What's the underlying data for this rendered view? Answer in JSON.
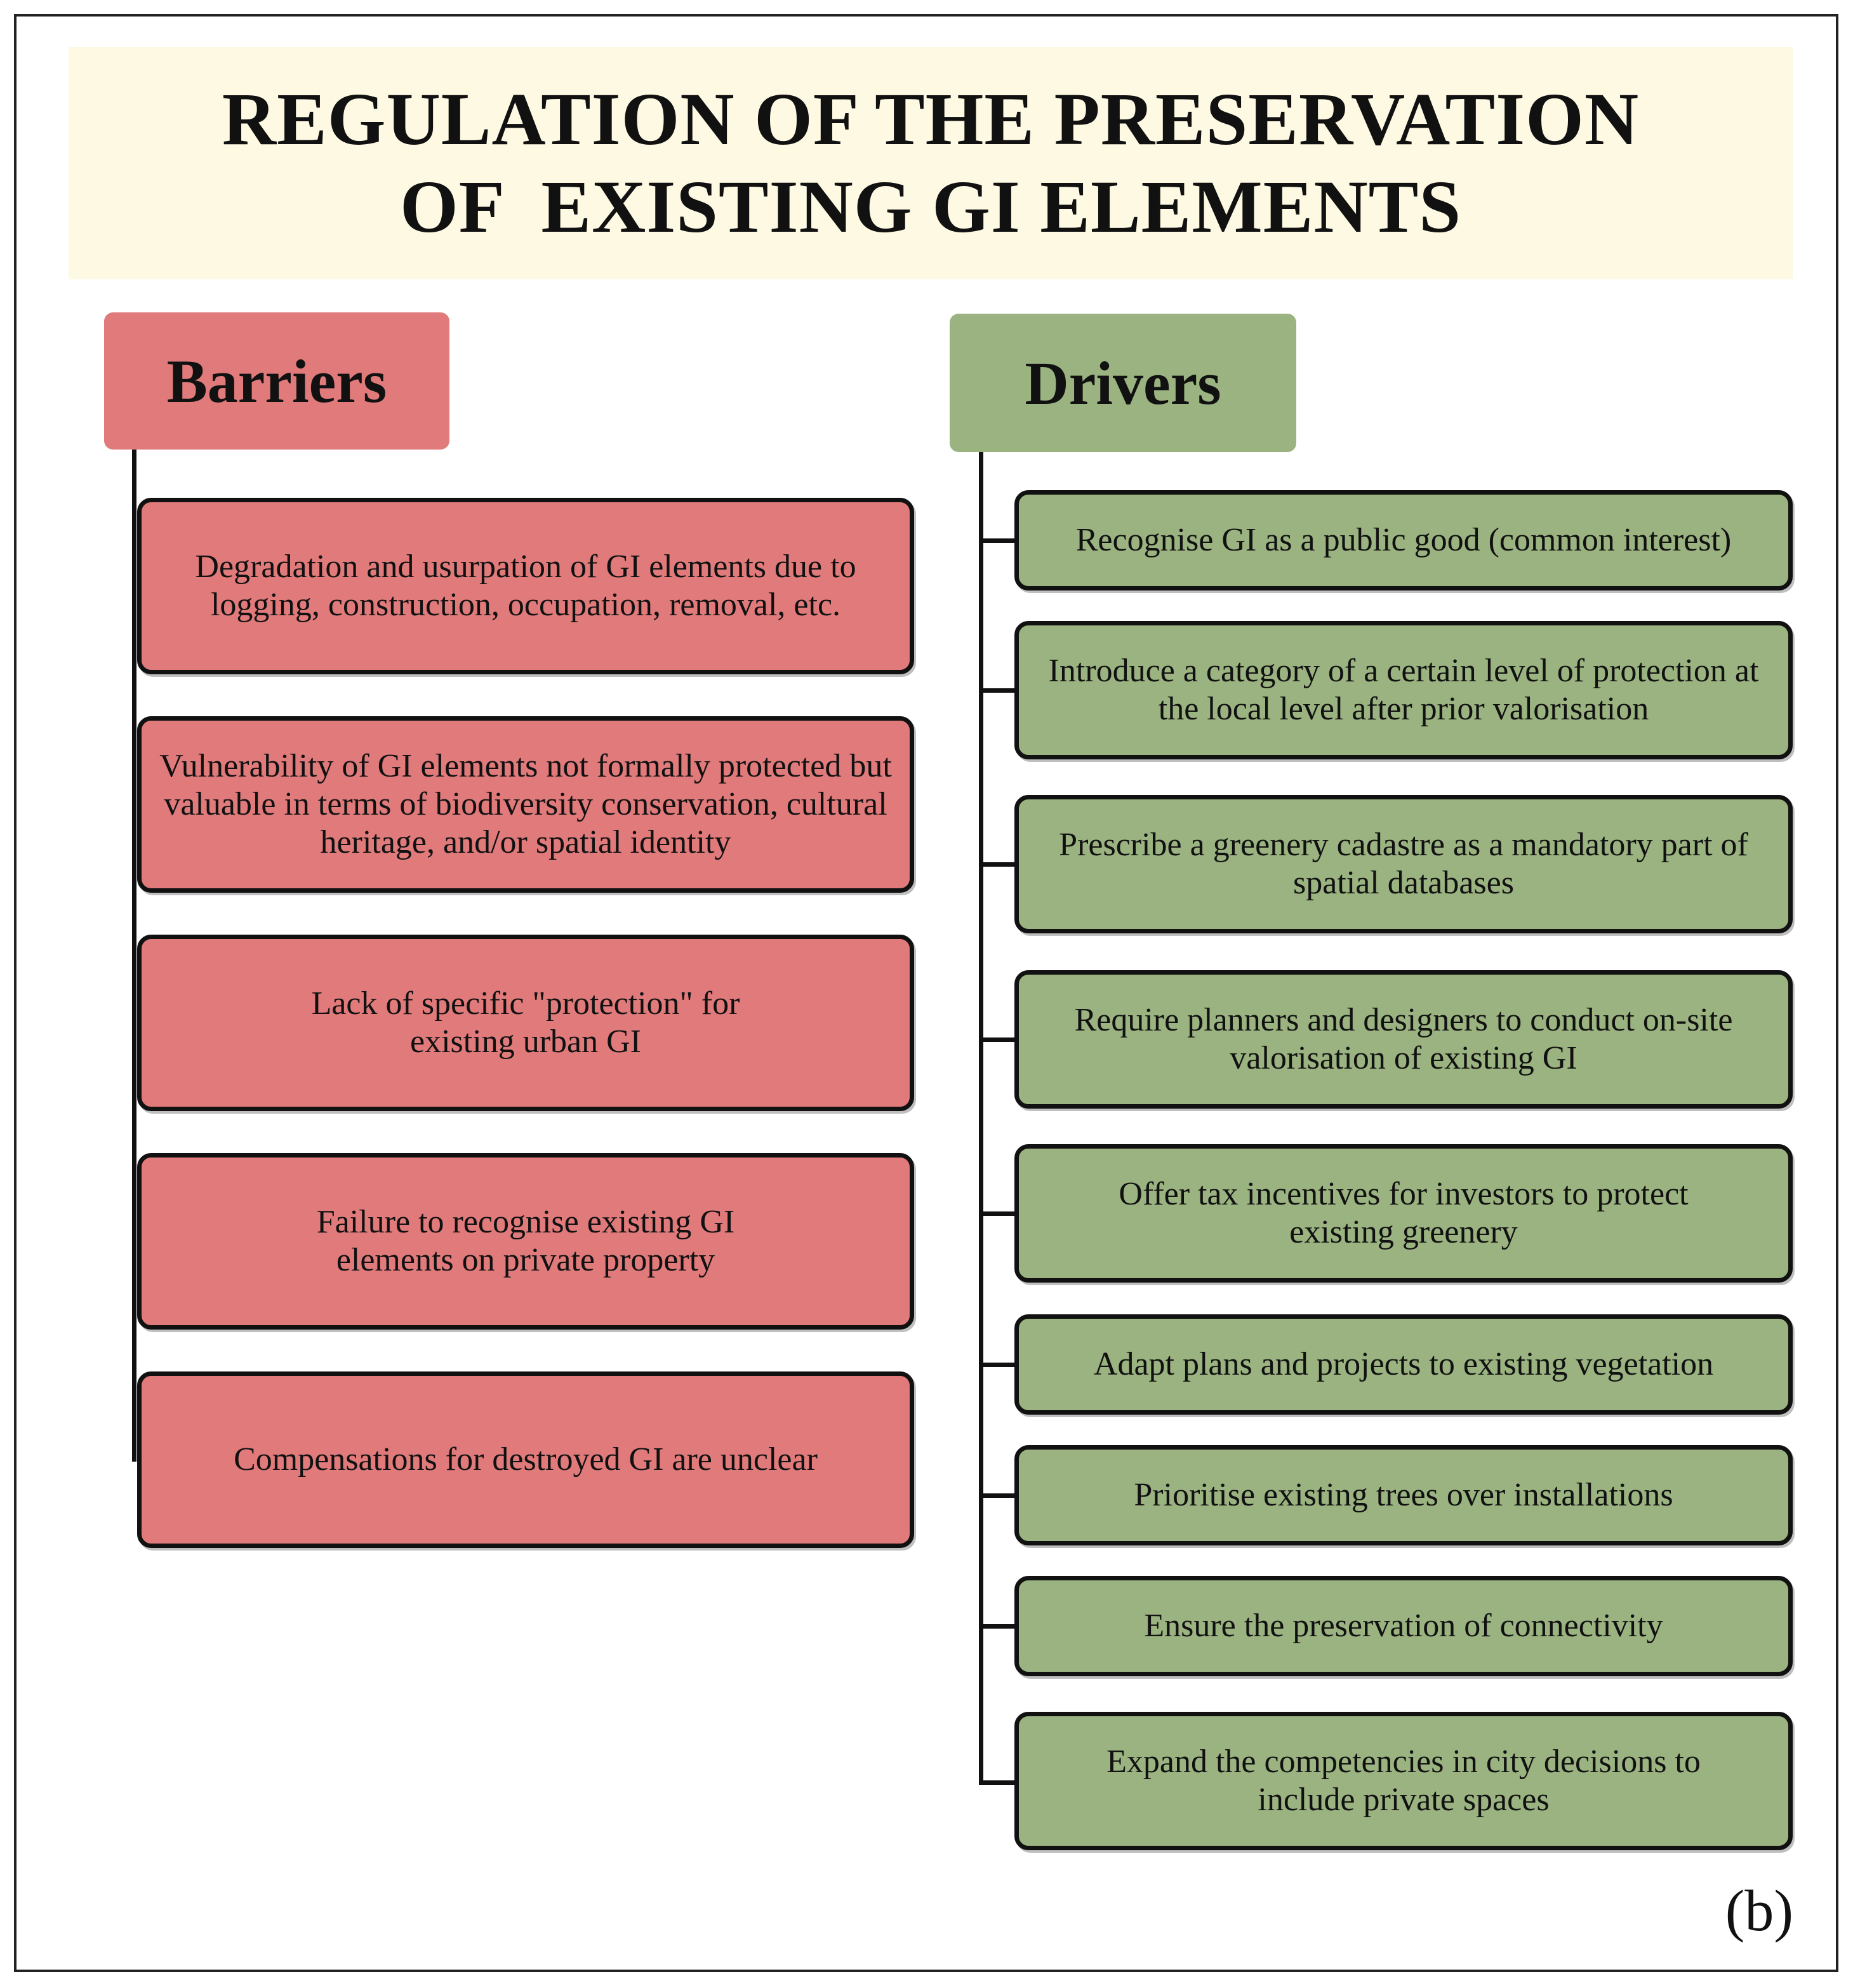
{
  "title": {
    "line1": "REGULATION OF THE PRESERVATION",
    "line2": "OF  EXISTING GI ELEMENTS"
  },
  "barriers": {
    "header": "Barriers",
    "items": [
      {
        "text": "Degradation and usurpation of GI elements due to logging, construction, occupation, removal, etc."
      },
      {
        "text": "Vulnerability of GI elements not formally protected but valuable in terms of biodiversity conservation, cultural heritage, and/or spatial identity"
      },
      {
        "text": "Lack of specific \"protection\" for existing urban GI"
      },
      {
        "text": "Failure to recognise existing GI elements on private property"
      },
      {
        "text": "Compensations for destroyed GI are unclear"
      }
    ]
  },
  "drivers": {
    "header": "Drivers",
    "items": [
      {
        "text": "Recognise GI as a public good (common interest)"
      },
      {
        "text": "Introduce a category of a certain level of protection at the local level after prior valorisation"
      },
      {
        "text": "Prescribe a greenery cadastre as a mandatory part of spatial databases"
      },
      {
        "text": "Require planners and designers to conduct on-site valorisation of existing GI"
      },
      {
        "text": "Offer tax incentives for investors to protect existing greenery"
      },
      {
        "text": "Adapt plans and projects to existing vegetation"
      },
      {
        "text": "Prioritise existing trees over installations"
      },
      {
        "text": "Ensure the preservation of connectivity"
      },
      {
        "text": "Expand the competencies in city decisions to include private spaces"
      }
    ]
  },
  "panel_label": "(b)",
  "colors": {
    "title_bg": "#fdf9e3",
    "barrier": "#e07a7b",
    "driver": "#9ab380",
    "outline": "#111111"
  }
}
